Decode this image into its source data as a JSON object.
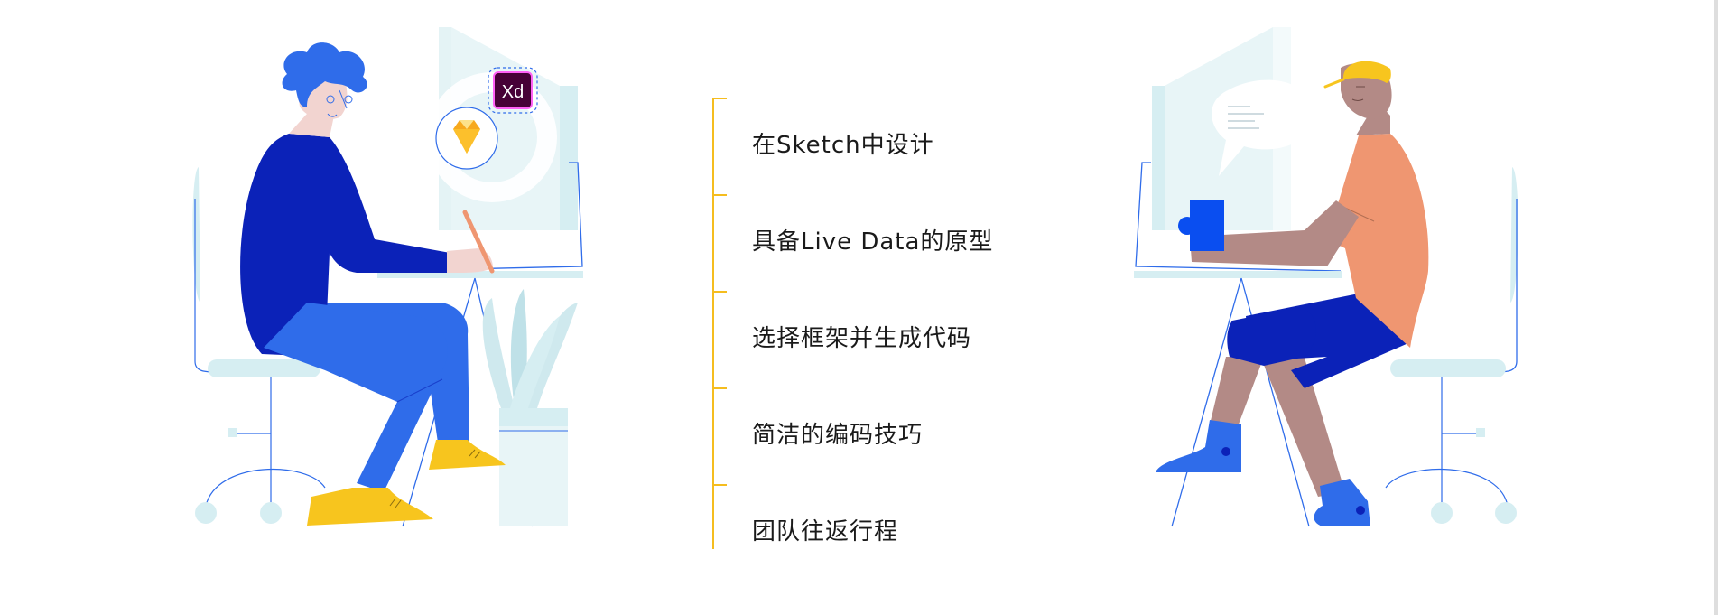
{
  "steps": [
    {
      "label": "在Sketch中设计"
    },
    {
      "label": "具备Live Data的原型"
    },
    {
      "label": "选择框架并生成代码"
    },
    {
      "label": "简洁的编码技巧"
    },
    {
      "label": "团队往返行程"
    }
  ],
  "logos": {
    "xd": "Xd"
  },
  "colors": {
    "accent": "#f5bd1f",
    "navy": "#0b22b8",
    "blue": "#2f6cea",
    "light_blue": "#cfe9ee",
    "skin_left": "#f2d4d0",
    "skin_right": "#b38a86",
    "orange_shirt": "#ef9671",
    "shoe_yellow": "#f7c51e",
    "xd_purple": "#470137",
    "xd_pink": "#ff61f6"
  }
}
